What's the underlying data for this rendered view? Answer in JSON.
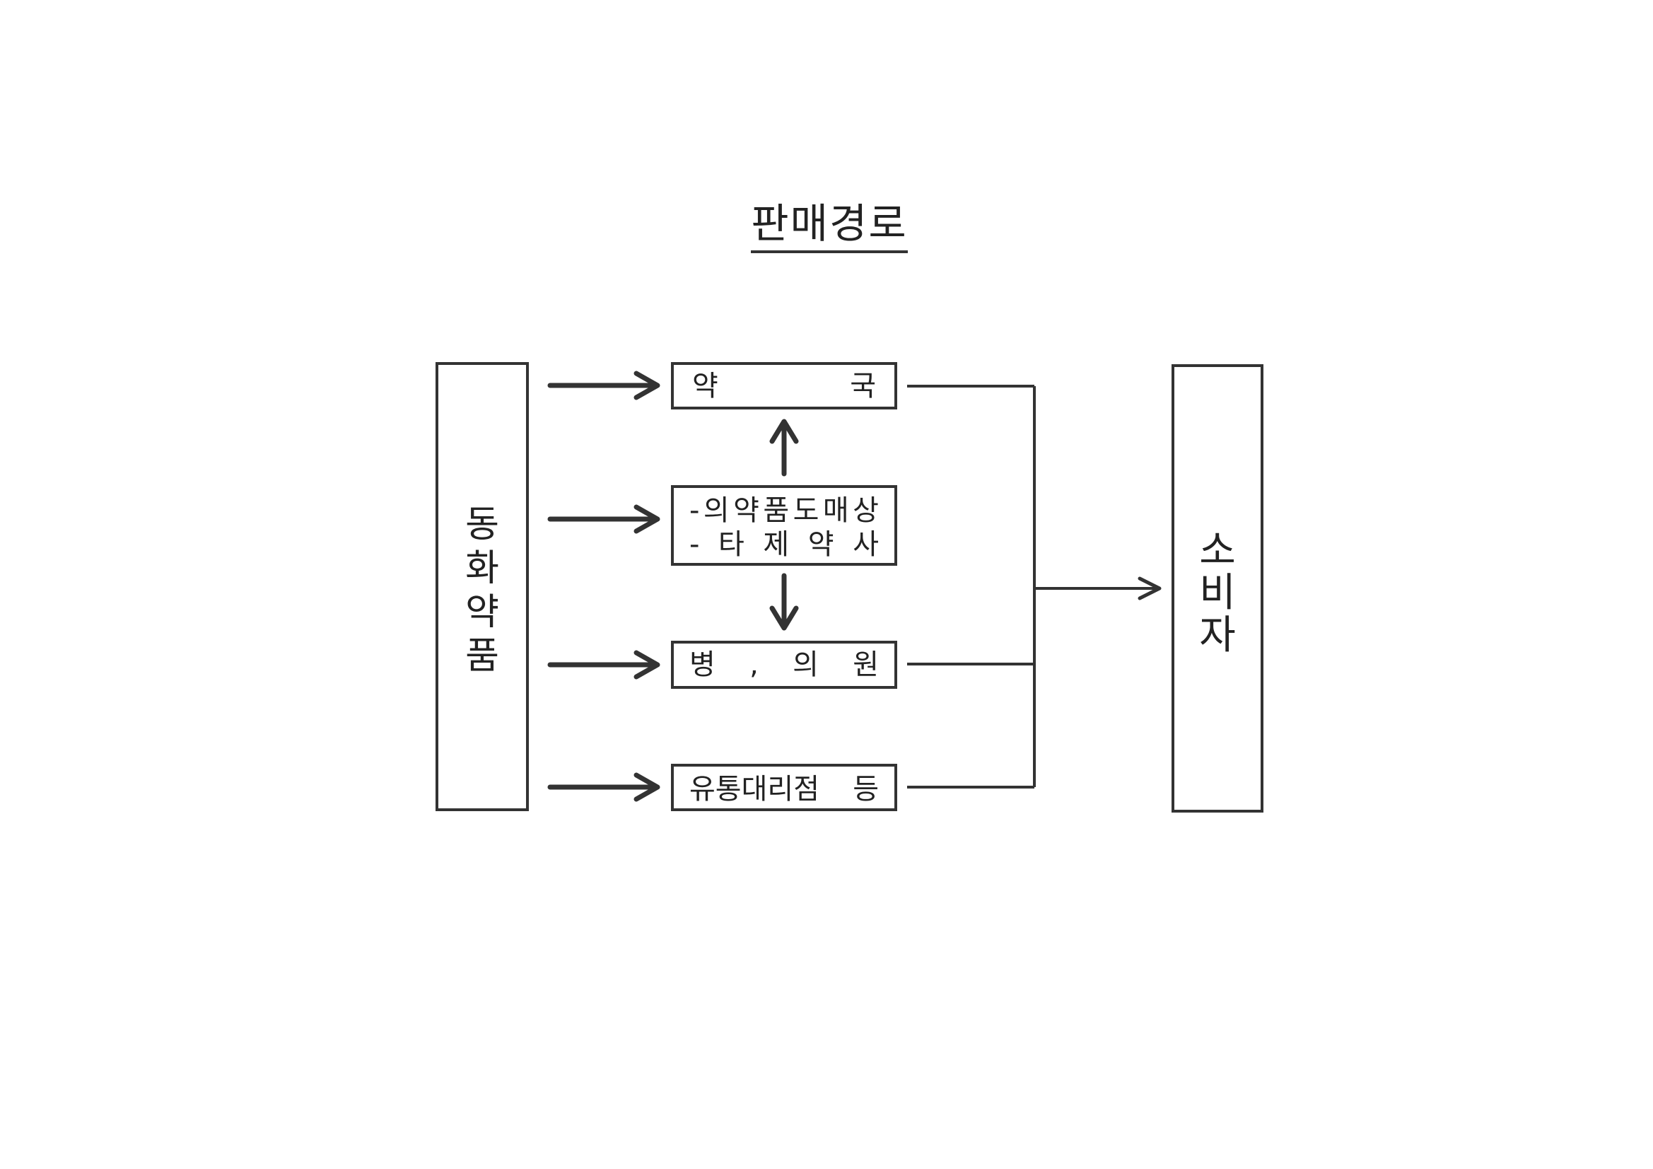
{
  "title": "판매경로",
  "source": {
    "chars": [
      "동",
      "화",
      "약",
      "품"
    ]
  },
  "consumer": {
    "chars": [
      "소",
      "비",
      "자"
    ]
  },
  "channels": {
    "pharmacy": {
      "parts": [
        "약",
        "국"
      ]
    },
    "wholesale": {
      "line1": [
        "-",
        "의",
        "약",
        "품",
        "도",
        "매",
        "상"
      ],
      "line2": [
        "-",
        "타",
        "제",
        "약",
        "사"
      ]
    },
    "hospital": {
      "parts": [
        "병",
        ",",
        "의",
        "원"
      ]
    },
    "distributor": {
      "label": "유통대리점",
      "suffix": "등"
    }
  }
}
